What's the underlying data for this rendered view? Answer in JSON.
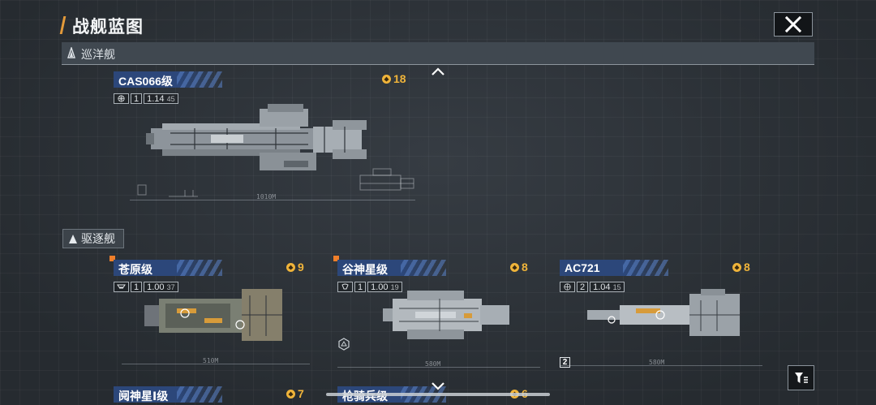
{
  "header": {
    "title": "战舰蓝图"
  },
  "top_section": {
    "label": "巡洋舰"
  },
  "destroyer_section": {
    "label": "驱逐舰"
  },
  "colors": {
    "accent_orange": "#e39a3a",
    "cost_gold": "#f0b43a",
    "name_blue": "#2c477a"
  },
  "cruiser": {
    "name": "CAS066级",
    "cost": "18",
    "stat_count": "1",
    "stat_value": "1.14",
    "stat_sub": "45",
    "length": "1010M"
  },
  "destroyers": [
    {
      "name": "苍原级",
      "cost": "9",
      "stat_count": "1",
      "stat_value": "1.00",
      "stat_sub": "37",
      "length": "510M",
      "marked": true
    },
    {
      "name": "谷神星级",
      "cost": "8",
      "stat_count": "1",
      "stat_value": "1.00",
      "stat_sub": "19",
      "length": "580M",
      "marked": true
    },
    {
      "name": "AC721",
      "cost": "8",
      "stat_count": "2",
      "stat_value": "1.04",
      "stat_sub": "15",
      "length": "580M",
      "marked": false
    }
  ],
  "next_row": [
    {
      "name": "阋神星Ⅰ级",
      "cost": "7"
    },
    {
      "name": "枪骑兵级",
      "cost": "6"
    }
  ],
  "badge_number": "2"
}
